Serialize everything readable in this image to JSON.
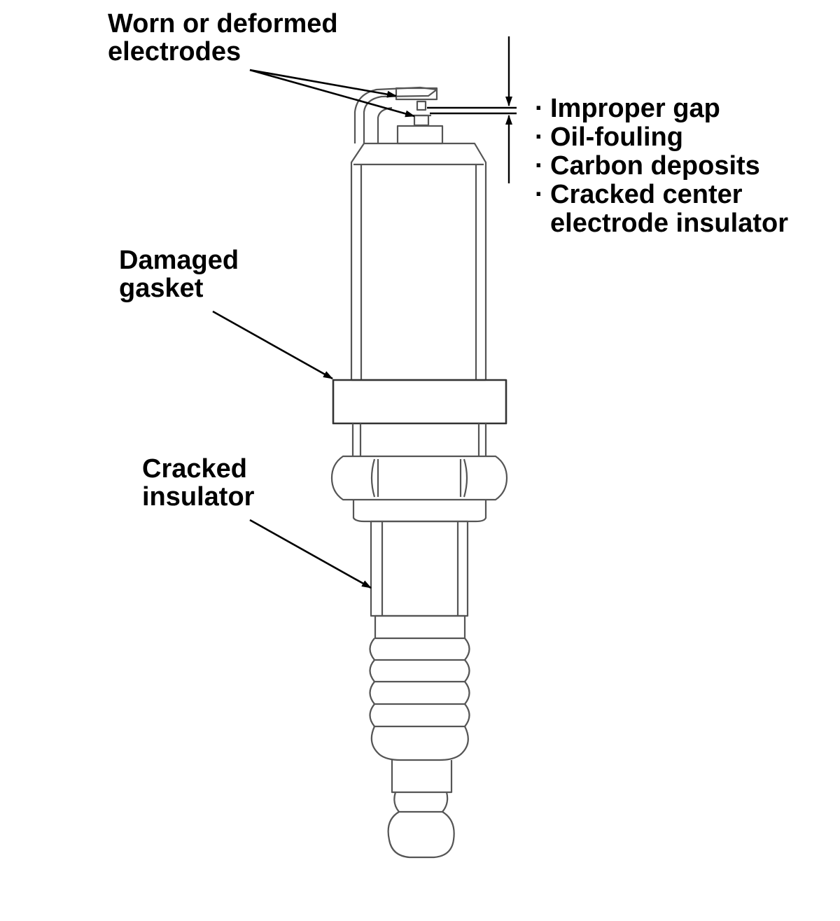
{
  "labels": {
    "electrodes": [
      "Worn or deformed",
      "electrodes"
    ],
    "gasket": [
      "Damaged",
      "gasket"
    ],
    "insulator": [
      "Cracked",
      "insulator"
    ]
  },
  "gap_issues": {
    "bullet": "·",
    "items": [
      "Improper gap",
      "Oil-fouling",
      "Carbon deposits",
      "Cracked center"
    ],
    "continuation": "electrode insulator"
  },
  "colors": {
    "line": "#000000",
    "body_line": "#555555",
    "background": "#ffffff"
  }
}
